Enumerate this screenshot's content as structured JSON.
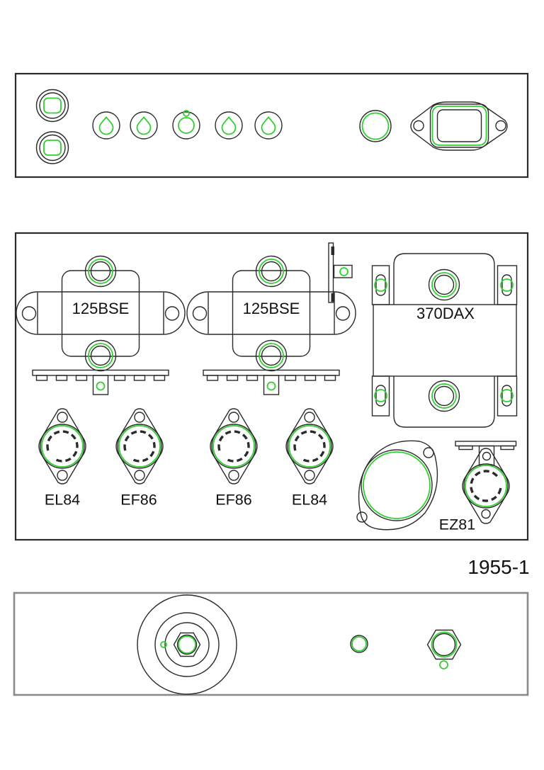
{
  "title_block": {
    "drawing_number": "1955-1"
  },
  "colors": {
    "ink": "#2b2b2b",
    "highlight_green": "#2fd02f",
    "rear_panel_gray": "#8a8a8a"
  },
  "front_panel": {
    "description": "front panel drilling plan",
    "features": [
      "jack-hole",
      "jack-hole",
      "pot-hole",
      "pot-hole",
      "pot-hole-with-pilot-dot",
      "pot-hole",
      "pot-hole",
      "pilot-lamp-hole",
      "mains-connector-cutout"
    ]
  },
  "chassis_panel": {
    "description": "chassis top drilling plan",
    "transformers": [
      {
        "label": "125BSE"
      },
      {
        "label": "125BSE"
      },
      {
        "label": "370DAX"
      }
    ],
    "tube_sockets": [
      {
        "label": "EL84"
      },
      {
        "label": "EF86"
      },
      {
        "label": "EF86"
      },
      {
        "label": "EL84"
      },
      {
        "label": "EZ81"
      }
    ],
    "other_features": [
      "tag-strip",
      "terminal-strip",
      "terminal-strip",
      "can-capacitor-clamp"
    ]
  },
  "rear_panel": {
    "description": "rear panel drilling plan",
    "features": [
      "speaker-cutout-with-nut",
      "small-hole",
      "hex-nut-hole"
    ]
  }
}
